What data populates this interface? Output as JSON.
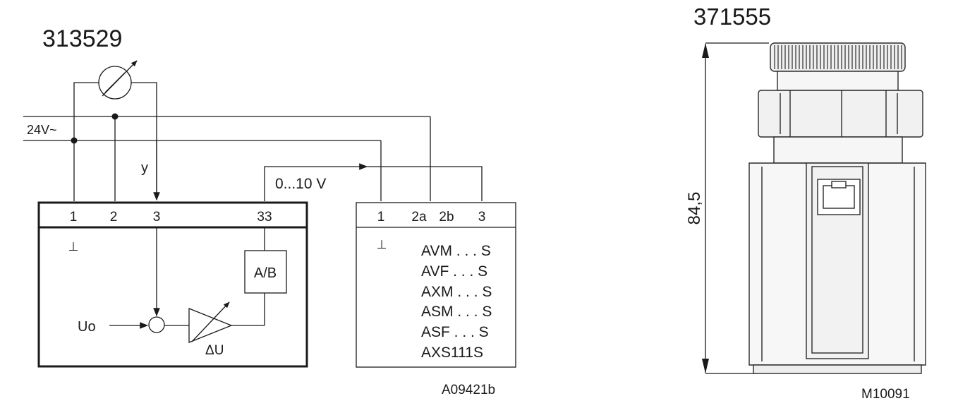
{
  "wiring_diagram": {
    "accessory_number": "313529",
    "supply_label": "24V~",
    "signal_label": "y",
    "output_range_label": "0...10 V",
    "controller": {
      "terminals": [
        "1",
        "2",
        "3",
        "33"
      ],
      "ground_symbol": "⊥",
      "ab_block_label": "A/B",
      "input_label": "Uo",
      "amplifier_label": "ΔU"
    },
    "actuator": {
      "terminals": [
        "1",
        "2a",
        "2b",
        "3"
      ],
      "ground_symbol": "⊥",
      "models": [
        "AVM . . . S",
        "AVF . . . S",
        "AXM . . . S",
        "ASM . . . S",
        "ASF . . . S",
        "AXS111S"
      ]
    },
    "drawing_code": "A09421b"
  },
  "dimension_drawing": {
    "part_number": "371555",
    "height_label": "84,5",
    "drawing_code": "M10091"
  }
}
